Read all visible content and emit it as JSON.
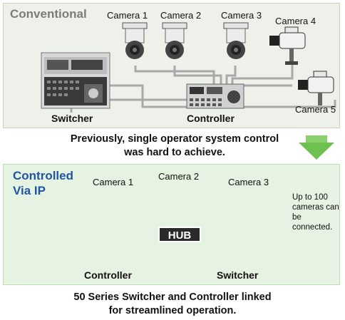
{
  "conventional": {
    "title": "Conventional",
    "cameras": [
      "Camera 1",
      "Camera 2",
      "Camera 3",
      "Camera 4",
      "Camera 5"
    ],
    "switcher_label": "Switcher",
    "controller_label": "Controller"
  },
  "arrow_caption": {
    "line1": "Previously, single operator system control",
    "line2": "was hard to achieve."
  },
  "ip": {
    "title": "Controlled\nVia IP",
    "cameras": [
      "Camera 1",
      "Camera 2",
      "Camera 3"
    ],
    "hub_label": "HUB",
    "note": "Up to 100 cameras can be connected.",
    "controller_label": "Controller",
    "switcher_label": "Switcher"
  },
  "bottom_caption": {
    "line1": "50 Series Switcher and Controller linked",
    "line2": "for streamlined operation."
  },
  "colors": {
    "ring": "#1f4f94",
    "cable": "#9fb7d6",
    "arrow": "#6cc14f",
    "title_ip": "#1f55a3",
    "panel_top": "#eef1ea",
    "panel_bottom": "#e6f2e2"
  }
}
